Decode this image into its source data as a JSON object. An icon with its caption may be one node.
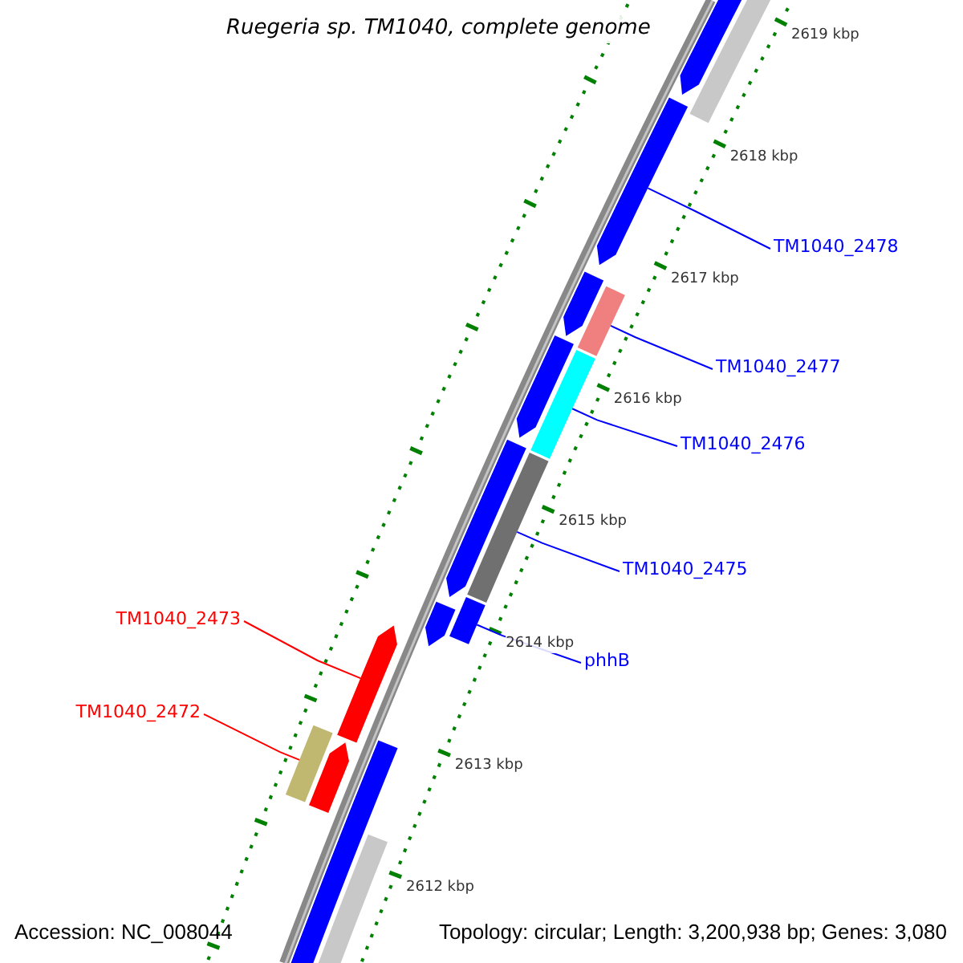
{
  "diagram": {
    "title": "Ruegeria sp. TM1040, complete genome",
    "nodes": [
      {
        "text": [
          "TM1040_2478"
        ]
      },
      {
        "text": [],
        "shape": "arrow"
      },
      {
        "text": [
          "TM1040_2477"
        ]
      },
      {
        "text": [],
        "shape": "bar"
      },
      {
        "text": [
          "TM1040_2476"
        ]
      },
      {
        "text": [],
        "shape": "bar"
      },
      {
        "text": [
          "TM1040_2475"
        ]
      },
      {
        "text": [],
        "shape": "bar"
      },
      {
        "text": [
          "phhB"
        ]
      },
      {
        "text": [],
        "shape": "bar"
      },
      {
        "text": [
          "TM1040_2473"
        ]
      },
      {
        "text": [],
        "shape": "arrow"
      },
      {
        "text": [
          "TM1040_2472"
        ]
      },
      {
        "text": [],
        "shape": "bar"
      },
      {
        "text": [],
        "shape": "arrow"
      },
      {
        "text": [],
        "shape": "bar"
      },
      {
        "text": [],
        "shape": "arrow"
      },
      {
        "text": [],
        "shape": "arrow"
      },
      {
        "text": [],
        "shape": "arrow"
      },
      {
        "text": [],
        "shape": "arrow"
      },
      {
        "text": [],
        "shape": "arrow"
      },
      {
        "text": [],
        "shape": "bar"
      },
      {
        "text": [],
        "shape": "bar"
      }
    ],
    "edges": [
      {
        "from": 0,
        "to": 1,
        "arrow": "none"
      },
      {
        "from": 2,
        "to": 3,
        "arrow": "none"
      },
      {
        "from": 4,
        "to": 5,
        "arrow": "none"
      },
      {
        "from": 6,
        "to": 7,
        "arrow": "none"
      },
      {
        "from": 8,
        "to": 9,
        "arrow": "none"
      },
      {
        "from": 10,
        "to": 11,
        "arrow": "none",
        "color": "#ff0000"
      },
      {
        "from": 12,
        "to": 13,
        "arrow": "none",
        "color": "#ff0000"
      }
    ],
    "labels": [
      "2619 kbp",
      "2618 kbp",
      "2617 kbp",
      "2616 kbp",
      "2615 kbp",
      "2614 kbp",
      "2613 kbp",
      "2612 kbp",
      "Accession: NC_008044",
      "Topology: circular; Length: 3,200,938 bp; Genes: 3,080"
    ]
  }
}
